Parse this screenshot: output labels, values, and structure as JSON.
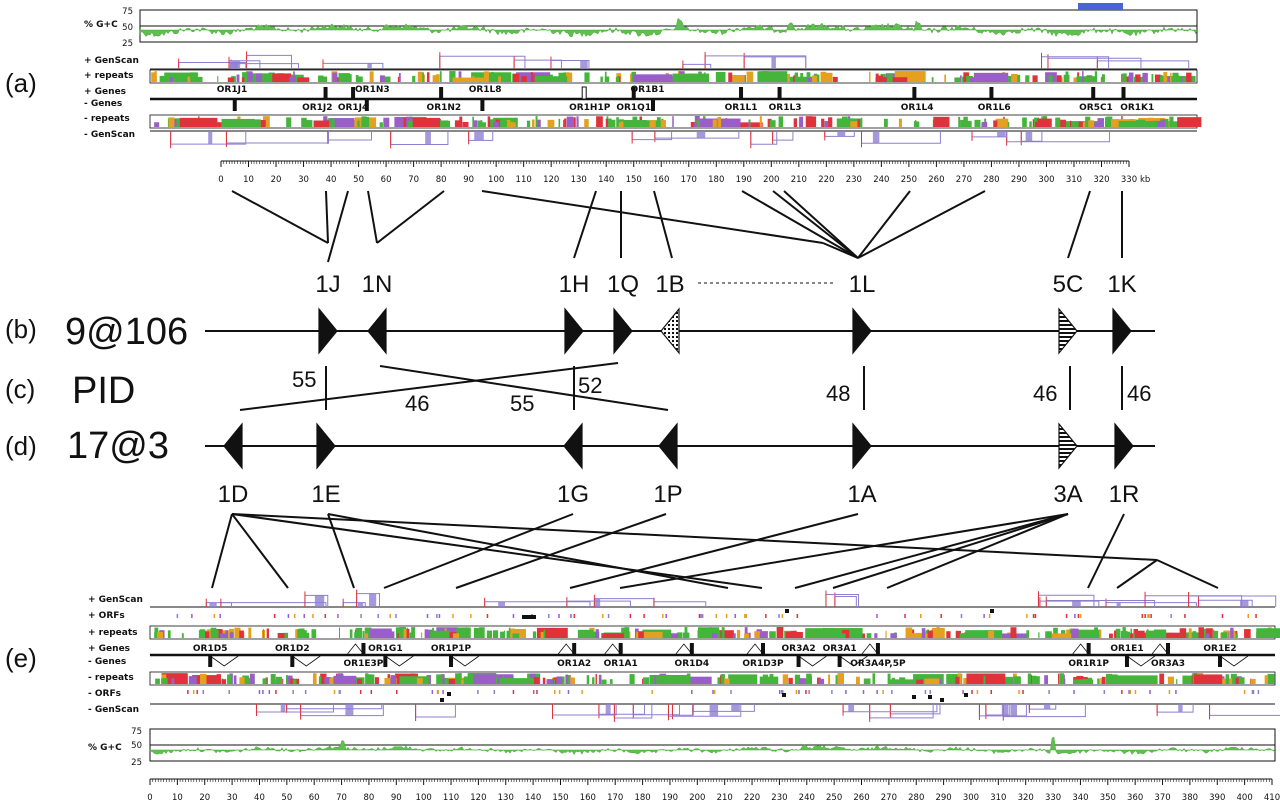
{
  "panel_labels": [
    "(a)",
    "(b)",
    "(c)",
    "(d)",
    "(e)"
  ],
  "top": {
    "gc_label": "% G+C",
    "gc_ticks": [
      "75",
      "50",
      "25"
    ],
    "track_labels": [
      "+ GenScan",
      "+ repeats",
      "+ Genes",
      "- Genes",
      "- repeats",
      "- GenScan"
    ],
    "genes_above": [
      {
        "name": "OR1J1",
        "kb": 4
      },
      {
        "name": "OR1N3",
        "kb": 55
      },
      {
        "name": "OR1L8",
        "kb": 96
      },
      {
        "name": "OR1B1",
        "kb": 155
      }
    ],
    "genes_below": [
      {
        "name": "OR1J2",
        "kb": 35
      },
      {
        "name": "OR1J4",
        "kb": 48
      },
      {
        "name": "OR1N2",
        "kb": 81
      },
      {
        "name": "OR1H1P",
        "kb": 134
      },
      {
        "name": "OR1Q1",
        "kb": 150
      },
      {
        "name": "OR1L1",
        "kb": 189
      },
      {
        "name": "OR1L3",
        "kb": 205
      },
      {
        "name": "OR1L4",
        "kb": 253
      },
      {
        "name": "OR1L6",
        "kb": 281
      },
      {
        "name": "OR5C1",
        "kb": 318
      },
      {
        "name": "OR1K1",
        "kb": 333
      }
    ],
    "plus_gene_kb": [
      38,
      48,
      80,
      150,
      189,
      203,
      252,
      280,
      317,
      328
    ],
    "minus_gene_kb": [
      5,
      53,
      95,
      157
    ],
    "axis_unit": "kb",
    "axis_ticks": [
      "0",
      "10",
      "20",
      "30",
      "40",
      "50",
      "60",
      "70",
      "80",
      "90",
      "100",
      "110",
      "120",
      "130",
      "140",
      "150",
      "160",
      "170",
      "180",
      "190",
      "200",
      "210",
      "220",
      "230",
      "240",
      "250",
      "260",
      "270",
      "280",
      "290",
      "300",
      "310",
      "320",
      "330"
    ]
  },
  "cluster_b": {
    "label": "9@106",
    "genes": [
      {
        "name": "1J",
        "kb": 38,
        "dir": "+",
        "style": "solid"
      },
      {
        "name": "1N",
        "kb": 55,
        "dir": "-",
        "style": "solid"
      },
      {
        "name": "1H",
        "kb": 134,
        "dir": "+",
        "style": "solid"
      },
      {
        "name": "1Q",
        "kb": 150,
        "dir": "+",
        "style": "solid"
      },
      {
        "name": "1B",
        "kb": 160,
        "dir": "-",
        "style": "dotted"
      },
      {
        "name": "1L",
        "kb": 230,
        "dir": "+",
        "style": "solid"
      },
      {
        "name": "5C",
        "kb": 318,
        "dir": "+",
        "style": "striped"
      },
      {
        "name": "1K",
        "kb": 330,
        "dir": "+",
        "style": "solid"
      }
    ]
  },
  "pid": {
    "label": "PID",
    "values": [
      "55",
      "46",
      "55",
      "52",
      "48",
      "46",
      "46"
    ]
  },
  "cluster_d": {
    "label": "17@3",
    "genes": [
      {
        "name": "1D",
        "dir": "-",
        "style": "solid"
      },
      {
        "name": "1E",
        "dir": "+",
        "style": "solid"
      },
      {
        "name": "1G",
        "dir": "-",
        "style": "solid"
      },
      {
        "name": "1P",
        "dir": "-",
        "style": "solid"
      },
      {
        "name": "1A",
        "dir": "+",
        "style": "solid"
      },
      {
        "name": "3A",
        "dir": "+",
        "style": "striped"
      },
      {
        "name": "1R",
        "dir": "+",
        "style": "solid"
      }
    ]
  },
  "bottom": {
    "gc_label": "% G+C",
    "gc_ticks": [
      "75",
      "50",
      "25"
    ],
    "track_labels": [
      "+ GenScan",
      "+ ORFs",
      "+ repeats",
      "+ Genes",
      "- Genes",
      "- repeats",
      "- ORFs",
      "- GenScan"
    ],
    "genes_above": [
      {
        "name": "OR1D5",
        "kb": 22
      },
      {
        "name": "OR1D2",
        "kb": 52
      },
      {
        "name": "OR1G1",
        "kb": 86
      },
      {
        "name": "OR1P1P",
        "kb": 110
      },
      {
        "name": "OR3A2",
        "kb": 237
      },
      {
        "name": "OR3A1",
        "kb": 252
      },
      {
        "name": "OR1E1",
        "kb": 357
      },
      {
        "name": "OR1E2",
        "kb": 391
      }
    ],
    "genes_below": [
      {
        "name": "OR1E3P",
        "kb": 78
      },
      {
        "name": "OR1A2",
        "kb": 155
      },
      {
        "name": "OR1A1",
        "kb": 172
      },
      {
        "name": "OR1D4",
        "kb": 198
      },
      {
        "name": "OR1D3P",
        "kb": 224
      },
      {
        "name": "OR3A4P,5P",
        "kb": 266
      },
      {
        "name": "OR1R1P",
        "kb": 343
      },
      {
        "name": "OR3A3",
        "kb": 372
      }
    ],
    "axis_ticks": [
      "0",
      "10",
      "20",
      "30",
      "40",
      "50",
      "60",
      "70",
      "80",
      "90",
      "100",
      "110",
      "120",
      "130",
      "140",
      "150",
      "160",
      "170",
      "180",
      "190",
      "200",
      "210",
      "220",
      "230",
      "240",
      "250",
      "260",
      "270",
      "280",
      "290",
      "300",
      "310",
      "320",
      "330",
      "340",
      "350",
      "360",
      "370",
      "380",
      "390",
      "400",
      "410"
    ]
  },
  "colors": {
    "gc_fill": "#5fbf4f",
    "genscan": "#8e7fd0",
    "repeat_green": "#44b53a",
    "repeat_orange": "#e6a020",
    "repeat_red": "#e0323a",
    "repeat_violet": "#9a5ec8",
    "highlight_bar": "#4a64d8",
    "ink": "#111111"
  }
}
